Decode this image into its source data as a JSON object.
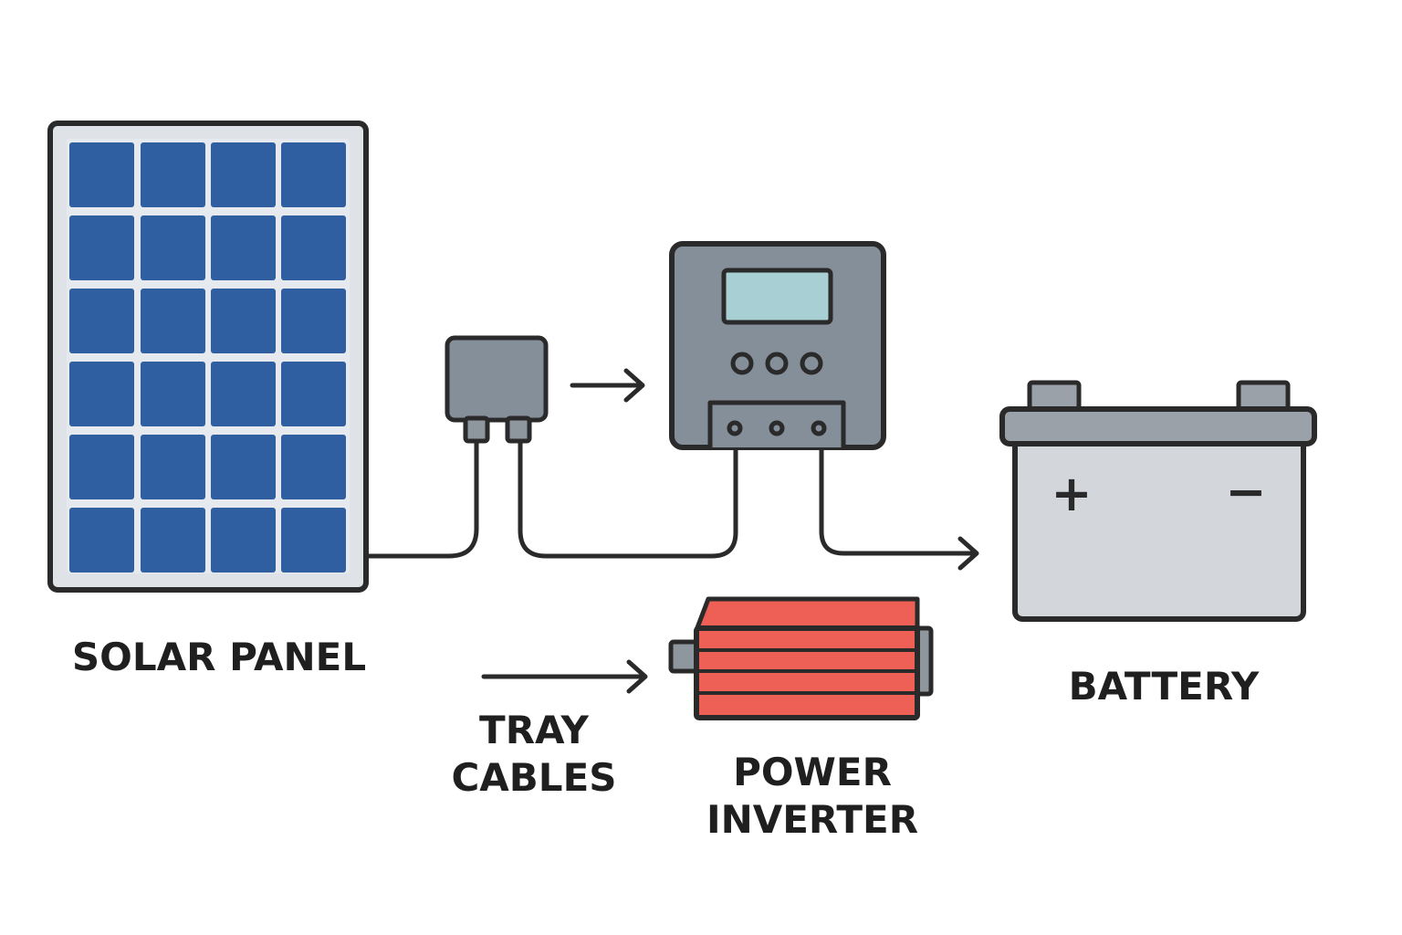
{
  "labels": {
    "solar_panel": "SOLAR PANEL",
    "battery": "BATTERY",
    "tray_cables": [
      "TRAY",
      "CABLES"
    ],
    "power_inverter": [
      "POWER",
      "INVERTER"
    ]
  },
  "battery_terminals": {
    "positive": "+",
    "negative": "−"
  },
  "colors": {
    "outline": "#2a2a2a",
    "panel_frame": "#dfe3e8",
    "panel_cell": "#2f5fa0",
    "device_body": "#858f99",
    "display_screen": "#a8d0d4",
    "battery_body": "#d3d7dc",
    "battery_lid": "#9aa1a8",
    "inverter_body": "#ee5f55",
    "connector": "#8e969e"
  },
  "icons": {
    "solar_panel": "solar-panel-icon",
    "junction_box": "junction-box-icon",
    "charge_controller": "charge-controller-icon",
    "battery": "battery-icon",
    "power_inverter": "power-inverter-icon",
    "arrows": "arrow-right-icon"
  }
}
